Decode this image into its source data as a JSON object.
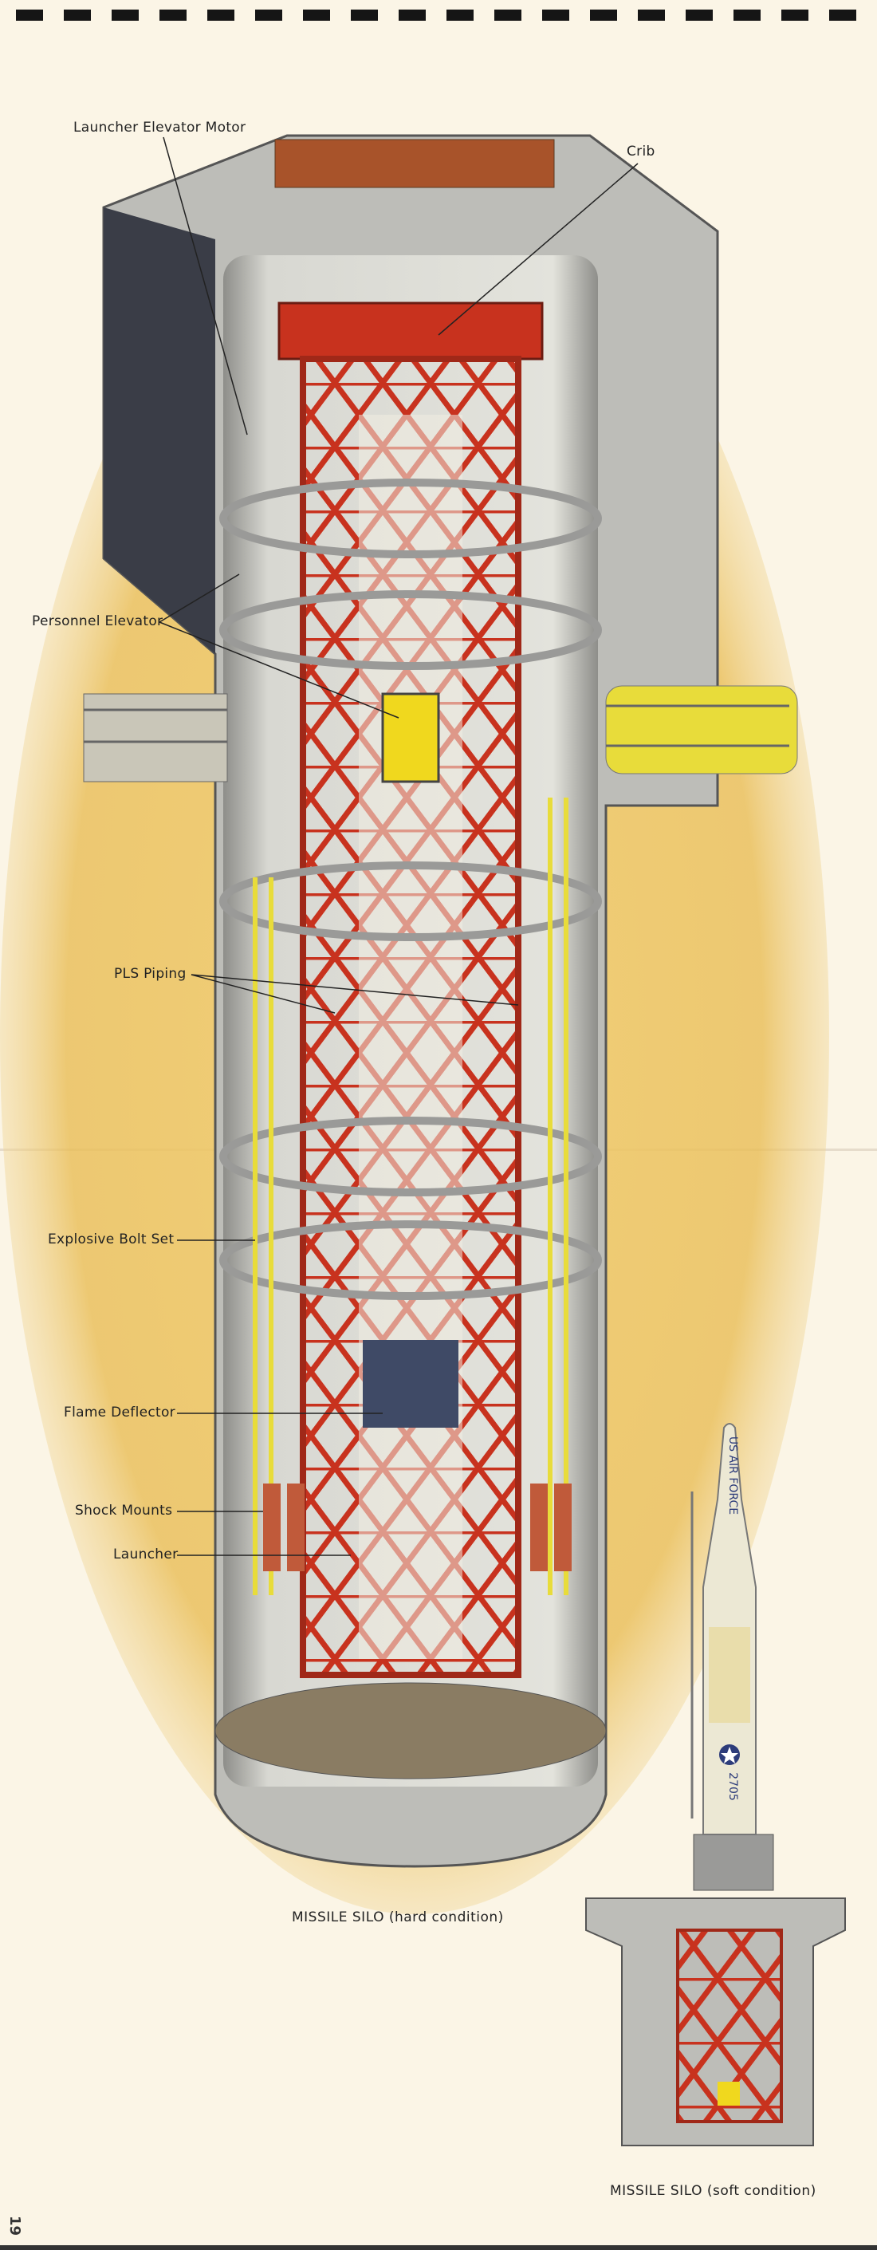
{
  "labels": {
    "launcher_elevator_motor": "Launcher Elevator Motor",
    "crib": "Crib",
    "personnel_elevator": "Personnel Elevator",
    "pls_piping": "PLS Piping",
    "explosive_bolt_set": "Explosive Bolt Set",
    "flame_deflector": "Flame Deflector",
    "shock_mounts": "Shock Mounts",
    "launcher": "Launcher"
  },
  "captions": {
    "hard": "MISSILE SILO (hard condition)",
    "soft": "MISSILE SILO (soft condition)"
  },
  "missile_markings": {
    "service": "US AIR FORCE",
    "serial": "2705"
  },
  "page_number": "19",
  "colors": {
    "paper": "#fbf5e6",
    "earth": "#e8b84a",
    "concrete": "#c9c9c4",
    "frame_red": "#c8321e",
    "pipe_yellow": "#e8dc3a"
  }
}
